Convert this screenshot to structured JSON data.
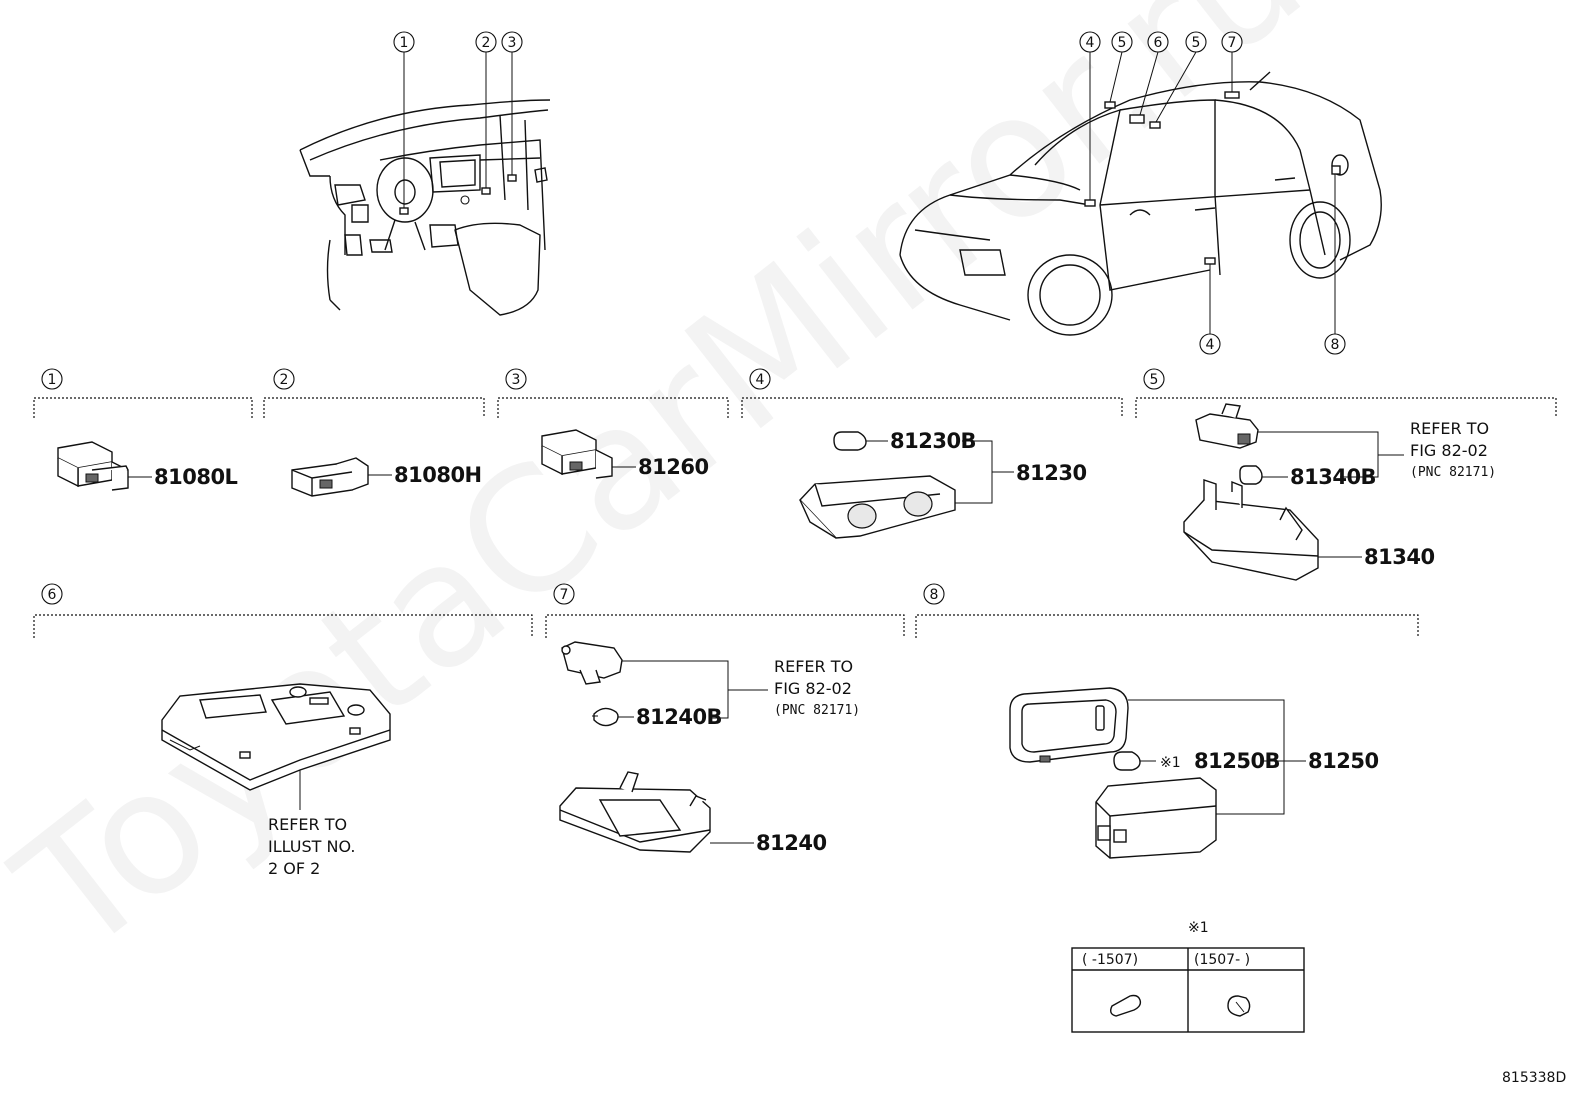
{
  "watermark": "ToyotaCarMirror.ru",
  "diagram_code": "815338D",
  "callouts": {
    "c1": "1",
    "c2": "2",
    "c3": "3",
    "c4": "4",
    "c5": "5",
    "c6": "6",
    "c7": "7",
    "c8": "8"
  },
  "parts": {
    "p81080L": "81080L",
    "p81080H": "81080H",
    "p81260": "81260",
    "p81230B": "81230B",
    "p81230": "81230",
    "p81340B": "81340B",
    "p81340": "81340",
    "p81240B": "81240B",
    "p81240": "81240",
    "p81250B": "81250B",
    "p81250": "81250"
  },
  "refs": {
    "refer_to": "REFER TO",
    "fig": "FIG 82-02",
    "pnc": "(PNC 82171)",
    "illust_line1": "REFER TO",
    "illust_line2": "ILLUST NO.",
    "illust_line3": "2 OF 2"
  },
  "note": {
    "mark": "※1",
    "mark_inline": "※1",
    "col1": "(      -1507)",
    "col2": "(1507-      )"
  }
}
